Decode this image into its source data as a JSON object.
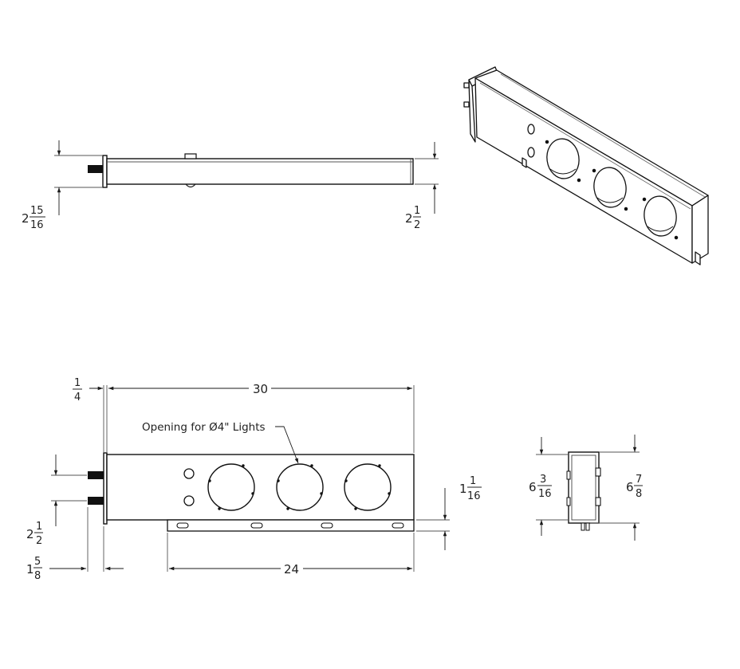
{
  "callout": {
    "opening_lights": "Opening for Ø4\" Lights"
  },
  "dimensions": {
    "side_view_left": {
      "whole": "2",
      "num": "15",
      "den": "16"
    },
    "side_view_right": {
      "whole": "2",
      "num": "1",
      "den": "2"
    },
    "front_flange": {
      "num": "1",
      "den": "4"
    },
    "front_length": "30",
    "front_bracket_length": "24",
    "front_left_bolt": {
      "whole": "2",
      "num": "1",
      "den": "2"
    },
    "front_left_offset": {
      "whole": "1",
      "num": "5",
      "den": "8"
    },
    "front_bracket_drop": {
      "whole": "1",
      "num": "1",
      "den": "16"
    },
    "end_view_left": {
      "whole": "6",
      "num": "3",
      "den": "16"
    },
    "end_view_right": {
      "whole": "6",
      "num": "7",
      "den": "8"
    }
  }
}
